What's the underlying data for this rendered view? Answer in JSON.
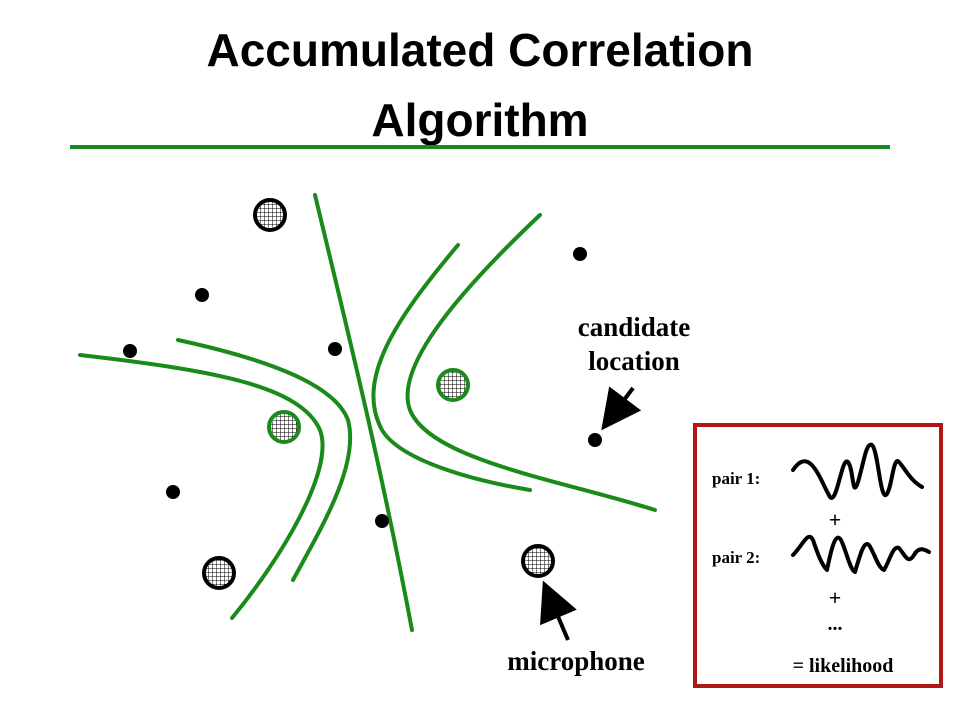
{
  "title": {
    "line1": "Accumulated Correlation",
    "line2": "Algorithm"
  },
  "labels": {
    "candidate_line1": "candidate",
    "candidate_line2": "location",
    "microphone": "microphone"
  },
  "legend_box": {
    "pair1": "pair 1:",
    "plus1": "+",
    "pair2": "pair 2:",
    "plus2": "+",
    "ellipsis": "...",
    "result": "= likelihood"
  },
  "colors": {
    "accent_green": "#1a8a1a",
    "box_red": "#b01818",
    "ink": "#000000"
  }
}
